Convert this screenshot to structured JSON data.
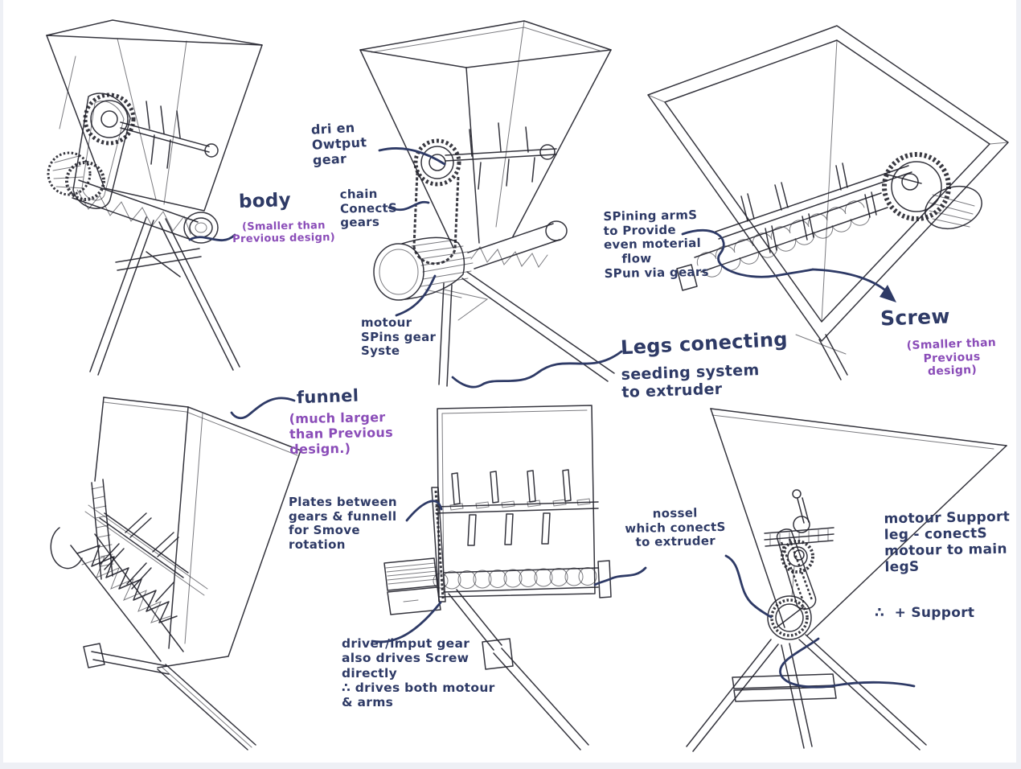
{
  "document": {
    "type": "scanned hand-drawn design sketches",
    "background": "#ffffff",
    "frame_color": "#eef0f5"
  },
  "ink_colors": {
    "sketch_ink": "#23232c",
    "annotation_navy": "#2e3a66",
    "annotation_purple": "#8a4cb8"
  },
  "annotations": {
    "body_label": "body",
    "body_note": "(Smaller than\nPrevious design)",
    "driven_output_gear": "dri en\nOwtput\ngear",
    "chain_conects_gears": "chain\nConectS\ngears",
    "motour_spins_gear": "motour\nSPins gear\nSyste",
    "legs_conecting": "Legs conecting",
    "seeding_system": "seeding system\nto extruder",
    "spining_arms": "SPining armS\nto Provide\neven moterial\n    flow\nSPun via gears",
    "screw_label": "Screw",
    "screw_note": "(Smaller than Previous\ndesign)",
    "funnel_label": "funnel",
    "funnel_note": "(much larger\nthan Previous\ndesign.)",
    "plates_note": "Plates between\ngears & funnell\nfor Smove\nrotation",
    "nossel_note": "nossel\nwhich conectS\nto extruder",
    "driver_gear_note": "driver/imput gear\nalso drives Screw\ndirectly\n∴ drives both motour\n& arms",
    "motour_support_note": "motour Support\nleg - conectS\nmotour to main\nlegS",
    "support_note": "∴  + Support"
  }
}
